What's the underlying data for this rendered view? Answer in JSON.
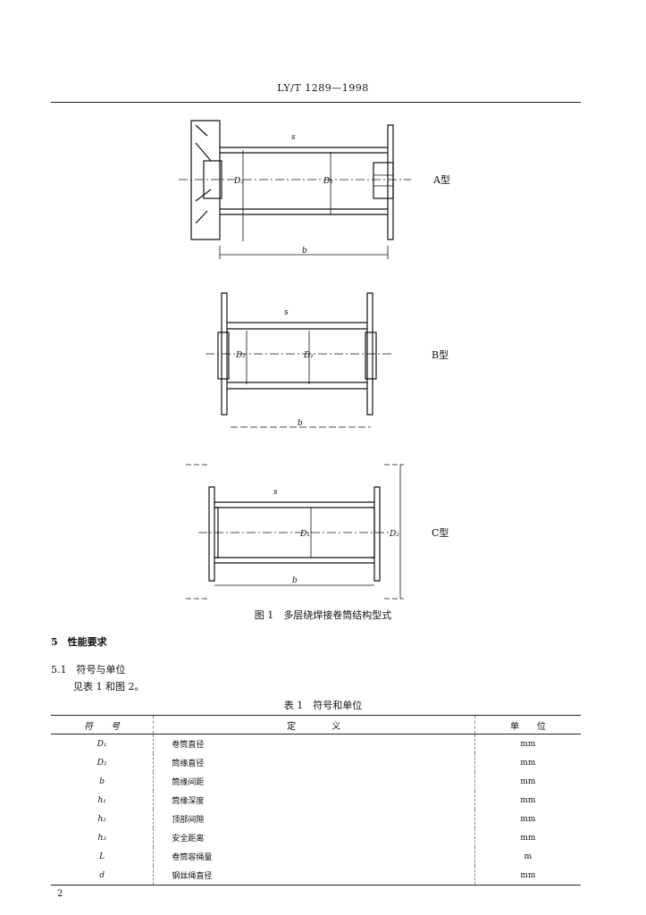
{
  "header": {
    "code": "LY/T 1289—1998"
  },
  "figure": {
    "type_labels": [
      "A型",
      "B型",
      "C型"
    ],
    "dim_labels": {
      "D1": "D₁",
      "D2": "D₂",
      "b": "b",
      "s": "s"
    },
    "caption": "图 1　多层绕焊接卷筒结构型式"
  },
  "section5": {
    "title": "5　性能要求"
  },
  "section51": {
    "title": "5.1　符号与单位",
    "body": "见表 1 和图 2。"
  },
  "table": {
    "title": "表 1　符号和单位",
    "headers": [
      "符　　号",
      "定　　　　义",
      "单　　位"
    ],
    "rows": [
      [
        "D₁",
        "卷筒直径",
        "mm"
      ],
      [
        "D₂",
        "筒缘直径",
        "mm"
      ],
      [
        "b",
        "筒缘间距",
        "mm"
      ],
      [
        "h₁",
        "筒缘深度",
        "mm"
      ],
      [
        "h₂",
        "顶部间隙",
        "mm"
      ],
      [
        "h₃",
        "安全距离",
        "mm"
      ],
      [
        "L",
        "卷筒容绳量",
        "m"
      ],
      [
        "d",
        "钢丝绳直径",
        "mm"
      ]
    ]
  },
  "footer": {
    "page_number": "2"
  }
}
